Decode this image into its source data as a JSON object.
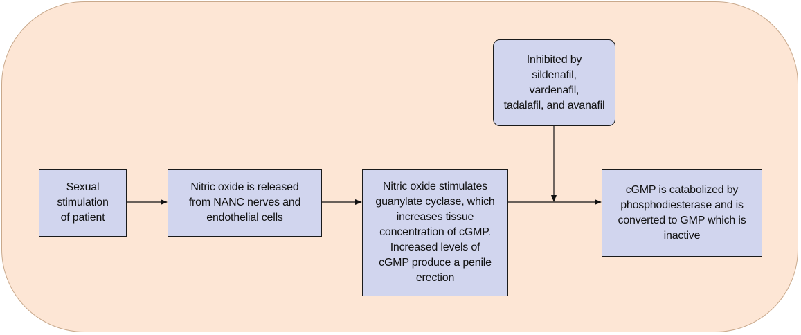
{
  "diagram": {
    "nodes": [
      {
        "id": "b1",
        "label": "Sexual\nstimulation\nof patient"
      },
      {
        "id": "b2",
        "label": "Nitric oxide is released\nfrom NANC nerves and\nendothelial cells"
      },
      {
        "id": "b3",
        "label": "Nitric oxide stimulates\nguanylate cyclase, which\nincreases tissue\nconcentration of cGMP.\nIncreased levels of\ncGMP produce a penile\nerection"
      },
      {
        "id": "b4",
        "label": "Inhibited by\nsildenafil,\nvardenafil,\ntadalafil, and avanafil"
      },
      {
        "id": "b5",
        "label": "cGMP is catabolized by\nphosphodiesterase and is\nconverted to GMP which is\ninactive"
      }
    ],
    "edges": [
      {
        "from": "b1",
        "to": "b2"
      },
      {
        "from": "b2",
        "to": "b3"
      },
      {
        "from": "b3",
        "to": "b5"
      },
      {
        "from": "b4",
        "to": "b3-b5 edge"
      }
    ],
    "colors": {
      "container_fill": "#fde6d5",
      "container_stroke": "#c9a98c",
      "box_fill": "#d1d5ee",
      "box_stroke": "#1a1a1a",
      "arrow": "#111111"
    }
  }
}
